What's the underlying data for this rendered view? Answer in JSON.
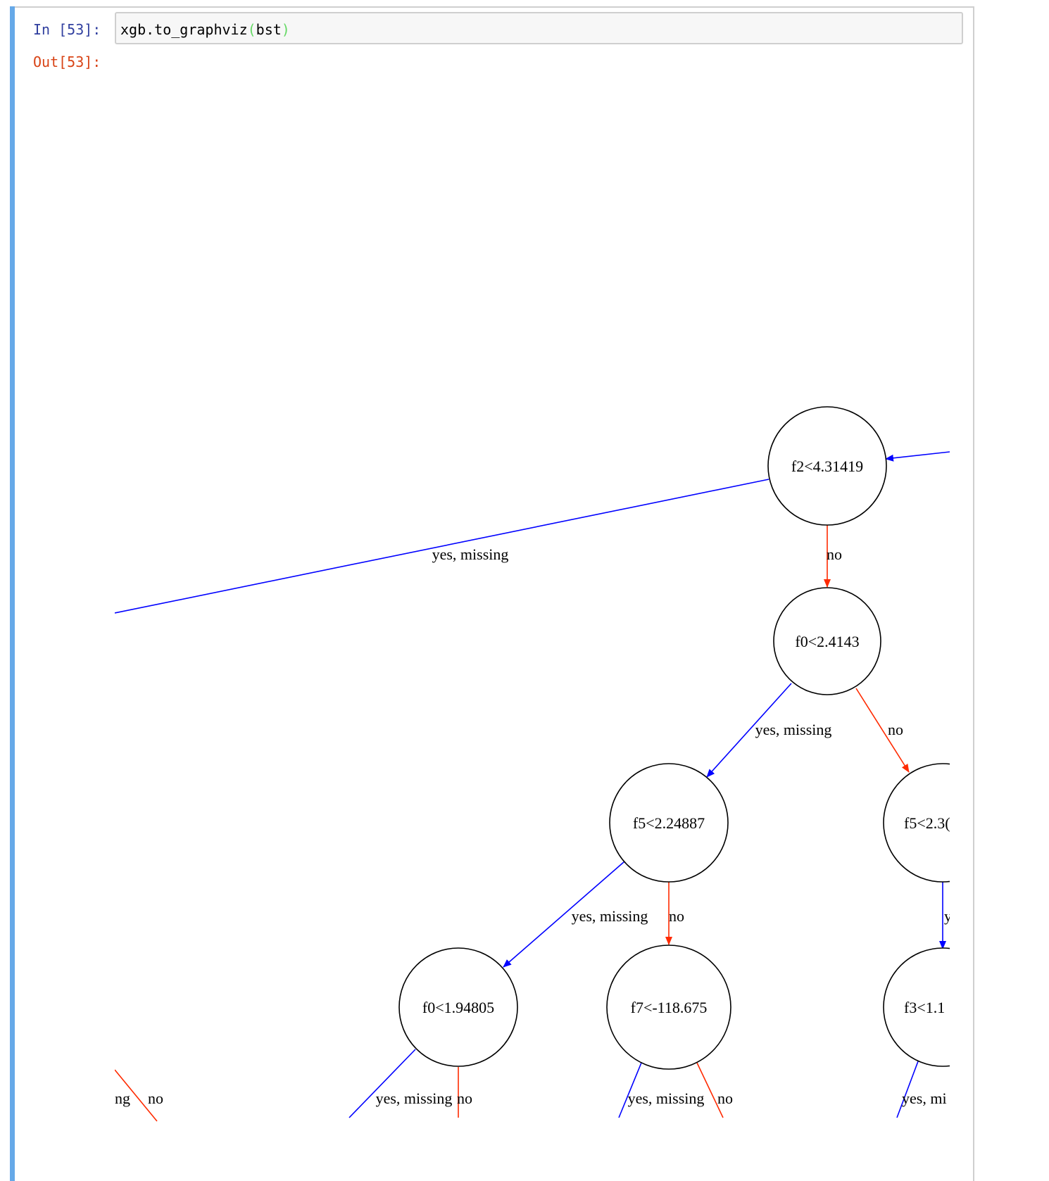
{
  "cell": {
    "in_prompt": "In [53]:",
    "out_prompt": "Out[53]:",
    "code_prefix": "xgb.to_graphviz",
    "code_open": "(",
    "code_arg": "bst",
    "code_close": ")"
  },
  "graph": {
    "yes_color": "#0000ff",
    "no_color": "#ff0000",
    "nodes": {
      "n_f2": "f2<4.31419",
      "n_f0a": "f0<2.4143",
      "n_f5a": "f5<2.24887",
      "n_f5b": "f5<2.3(",
      "n_f0b": "f0<1.94805",
      "n_f7": "f7<-118.675",
      "n_f3": "f3<1.1"
    },
    "edge_labels": {
      "e_f2_left": "yes, missing",
      "e_f2_no": "no",
      "e_f0a_yes": "yes, missing",
      "e_f0a_no": "no",
      "e_f5a_yes": "yes, missing",
      "e_f5a_no": "no",
      "e_f5b_yes": "y",
      "e_left_ng": "ng",
      "e_left_no": "no",
      "e_f0b_yes": "yes, missing",
      "e_f0b_no": "no",
      "e_f7_yes": "yes, missing",
      "e_f7_no": "no",
      "e_f3_yes": "yes, mi"
    }
  }
}
